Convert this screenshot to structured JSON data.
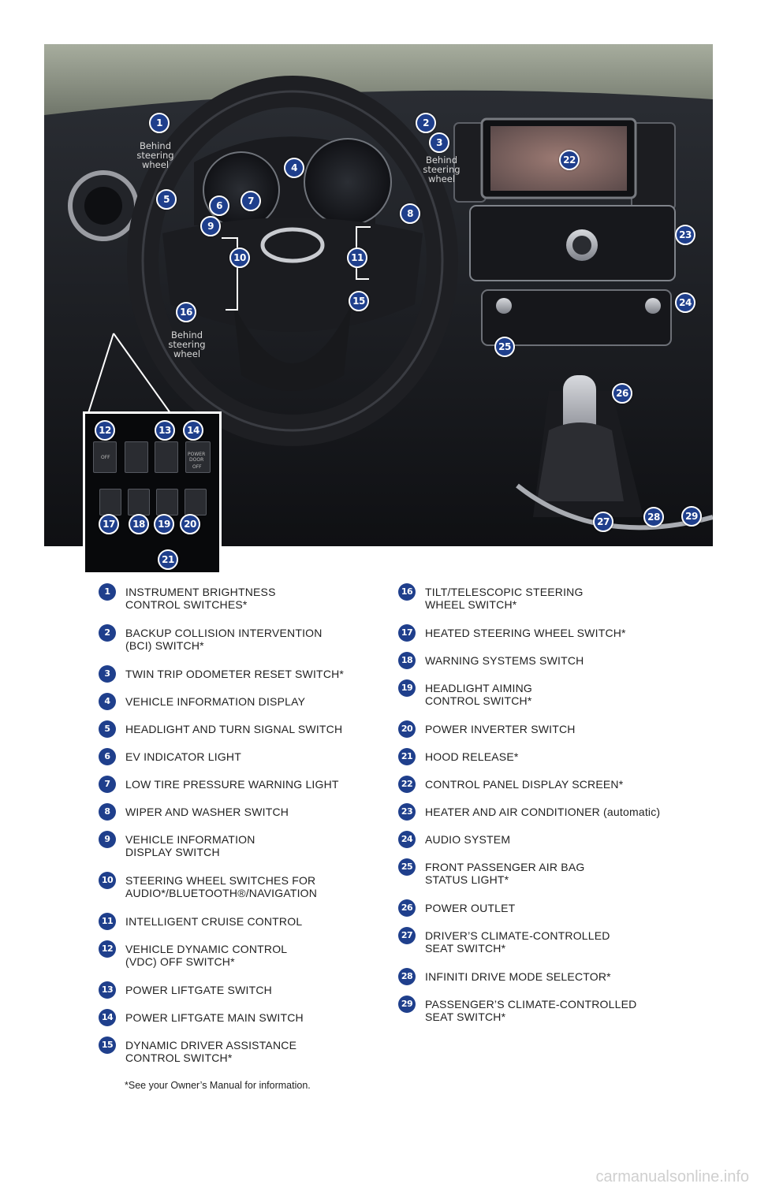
{
  "colors": {
    "badge": "#1f3f8c",
    "text": "#222222"
  },
  "photo": {
    "behind_label_a": "Behind\nsteering\nwheel",
    "behind_label_b": "Behind\nsteering\nwheel",
    "behind_label_c": "Behind\nsteering\nwheel",
    "inset_labels": {
      "vdc": "OFF",
      "door": "POWER\nDOOR",
      "door_off": "OFF"
    },
    "badges": [
      "1",
      "2",
      "3",
      "4",
      "5",
      "6",
      "7",
      "8",
      "9",
      "10",
      "11",
      "15",
      "16",
      "22",
      "23",
      "24",
      "25",
      "26",
      "27",
      "28",
      "29"
    ],
    "inset_badges": [
      "12",
      "13",
      "14",
      "17",
      "18",
      "19",
      "20",
      "21"
    ]
  },
  "legend": {
    "left": [
      {
        "num": "1",
        "text": "INSTRUMENT BRIGHTNESS\nCONTROL SWITCHES*"
      },
      {
        "num": "2",
        "text": "BACKUP COLLISION INTERVENTION\n(BCI) SWITCH*"
      },
      {
        "num": "3",
        "text": "TWIN TRIP ODOMETER RESET SWITCH*"
      },
      {
        "num": "4",
        "text": "VEHICLE INFORMATION DISPLAY"
      },
      {
        "num": "5",
        "text": "HEADLIGHT AND TURN SIGNAL SWITCH"
      },
      {
        "num": "6",
        "text": "EV INDICATOR LIGHT"
      },
      {
        "num": "7",
        "text": "LOW TIRE PRESSURE WARNING LIGHT"
      },
      {
        "num": "8",
        "text": "WIPER AND WASHER SWITCH"
      },
      {
        "num": "9",
        "text": "VEHICLE INFORMATION\nDISPLAY SWITCH"
      },
      {
        "num": "10",
        "text": "STEERING WHEEL SWITCHES FOR\nAUDIO*/BLUETOOTH®/NAVIGATION"
      },
      {
        "num": "11",
        "text": "INTELLIGENT CRUISE CONTROL"
      },
      {
        "num": "12",
        "text": "VEHICLE DYNAMIC CONTROL\n(VDC) OFF SWITCH*"
      },
      {
        "num": "13",
        "text": "POWER LIFTGATE SWITCH"
      },
      {
        "num": "14",
        "text": "POWER LIFTGATE MAIN SWITCH"
      },
      {
        "num": "15",
        "text": "DYNAMIC DRIVER ASSISTANCE\nCONTROL SWITCH*"
      }
    ],
    "right": [
      {
        "num": "16",
        "text": "TILT/TELESCOPIC STEERING\nWHEEL SWITCH*"
      },
      {
        "num": "17",
        "text": "HEATED STEERING WHEEL SWITCH*"
      },
      {
        "num": "18",
        "text": "WARNING SYSTEMS SWITCH"
      },
      {
        "num": "19",
        "text": "HEADLIGHT AIMING\nCONTROL SWITCH*"
      },
      {
        "num": "20",
        "text": "POWER INVERTER SWITCH"
      },
      {
        "num": "21",
        "text": "HOOD RELEASE*"
      },
      {
        "num": "22",
        "text": "CONTROL PANEL DISPLAY SCREEN*"
      },
      {
        "num": "23",
        "text": "HEATER AND AIR CONDITIONER (automatic)"
      },
      {
        "num": "24",
        "text": "AUDIO SYSTEM"
      },
      {
        "num": "25",
        "text": "FRONT PASSENGER AIR BAG\nSTATUS LIGHT*"
      },
      {
        "num": "26",
        "text": "POWER OUTLET"
      },
      {
        "num": "27",
        "text": "DRIVER’S CLIMATE-CONTROLLED\nSEAT SWITCH*"
      },
      {
        "num": "28",
        "text": "INFINITI DRIVE MODE SELECTOR*"
      },
      {
        "num": "29",
        "text": "PASSENGER’S CLIMATE-CONTROLLED\nSEAT SWITCH*"
      }
    ]
  },
  "footnote": "*See your Owner’s Manual for information.",
  "watermark": "carmanualsonline.info"
}
